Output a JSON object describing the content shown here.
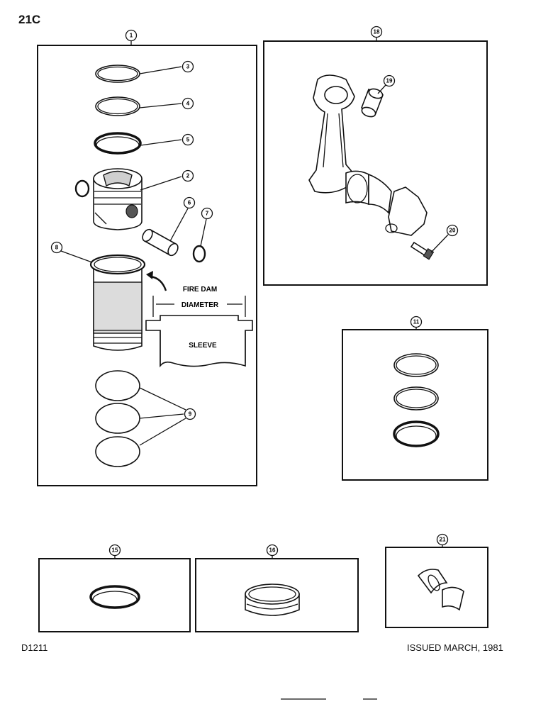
{
  "page": {
    "code": "21C",
    "figure_id": "D1211",
    "issued": "ISSUED MARCH, 1981"
  },
  "callouts": {
    "c1": "1",
    "c2": "2",
    "c3": "3",
    "c4": "4",
    "c5": "5",
    "c6": "6",
    "c7": "7",
    "c8": "8",
    "c9": "9",
    "c11": "11",
    "c15": "15",
    "c16": "16",
    "c18": "18",
    "c19": "19",
    "c20": "20",
    "c21": "21"
  },
  "labels": {
    "fire_dam": "FIRE DAM",
    "diameter": "DIAMETER",
    "sleeve": "SLEEVE"
  }
}
